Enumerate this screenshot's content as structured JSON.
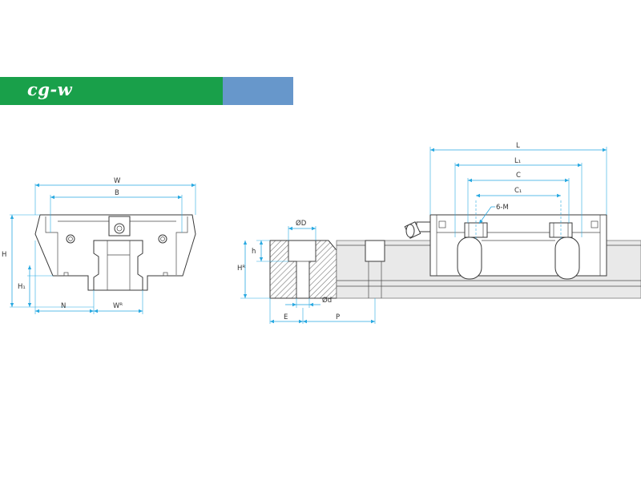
{
  "header": {
    "title": "cg-w",
    "green_color": "#19a04a",
    "blue_color": "#6797cb"
  },
  "front_view": {
    "labels": {
      "W": "W",
      "B": "B",
      "H": "H",
      "H1": "H₁",
      "N": "N",
      "WR": "Wᴿ"
    }
  },
  "section_view": {
    "labels": {
      "D": "ØD",
      "h": "h",
      "HR": "Hᴿ",
      "d": "Ød",
      "E": "E",
      "P": "P"
    }
  },
  "side_view": {
    "labels": {
      "L": "L",
      "L1": "L₁",
      "C": "C",
      "C1": "C₁",
      "M": "6-M"
    }
  },
  "colors": {
    "dimension": "#29a9e1",
    "hatch": "#777777"
  }
}
